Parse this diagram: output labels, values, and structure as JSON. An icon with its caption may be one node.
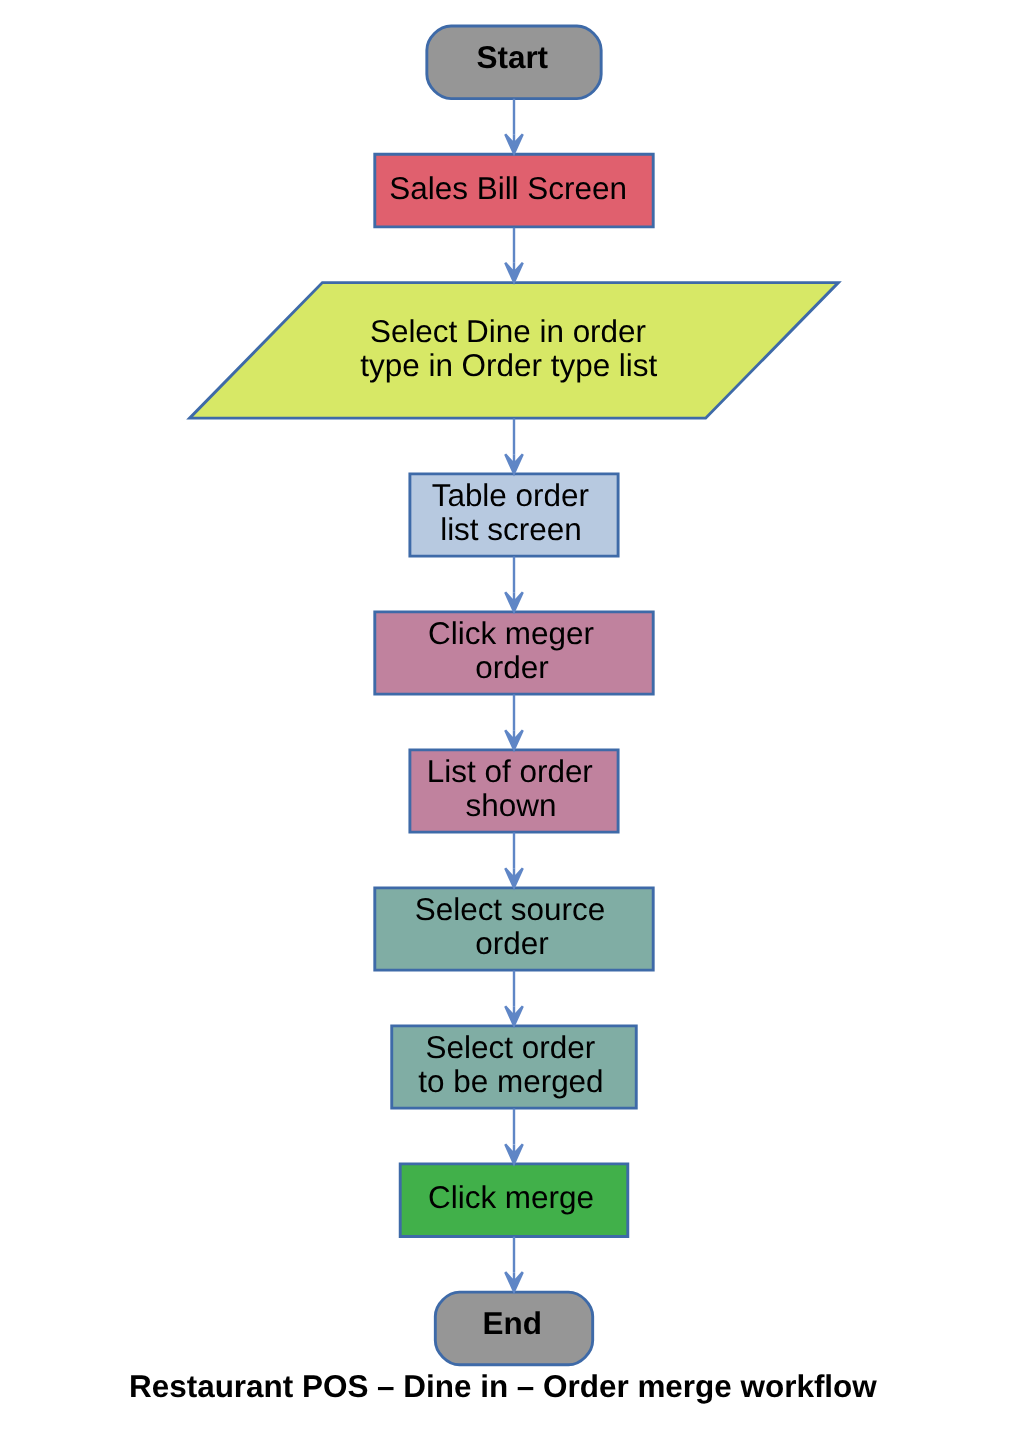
{
  "diagram": {
    "caption": "Restaurant POS – Dine in – Order merge workflow",
    "nodes": [
      {
        "text": [
          "Start"
        ]
      },
      {
        "text": [
          "Sales Bill Screen"
        ]
      },
      {
        "text": [
          "Select Dine in order type in Order type list"
        ]
      },
      {
        "text": [
          "Table order list screen"
        ]
      },
      {
        "text": [
          "Click meger order"
        ]
      },
      {
        "text": [
          "List of order shown"
        ]
      },
      {
        "text": [
          "Select source order"
        ]
      },
      {
        "text": [
          "Select order to be merged"
        ]
      },
      {
        "text": [
          "Click merge"
        ]
      },
      {
        "text": [
          "End"
        ]
      }
    ],
    "edges": [
      {
        "from": 0,
        "to": 1,
        "arrow": "to"
      },
      {
        "from": 1,
        "to": 2,
        "arrow": "to"
      },
      {
        "from": 2,
        "to": 3,
        "arrow": "to"
      },
      {
        "from": 3,
        "to": 4,
        "arrow": "to"
      },
      {
        "from": 4,
        "to": 5,
        "arrow": "to"
      },
      {
        "from": 5,
        "to": 6,
        "arrow": "to"
      },
      {
        "from": 6,
        "to": 7,
        "arrow": "to"
      },
      {
        "from": 7,
        "to": 8,
        "arrow": "to"
      },
      {
        "from": 8,
        "to": 9,
        "arrow": "to"
      }
    ]
  }
}
